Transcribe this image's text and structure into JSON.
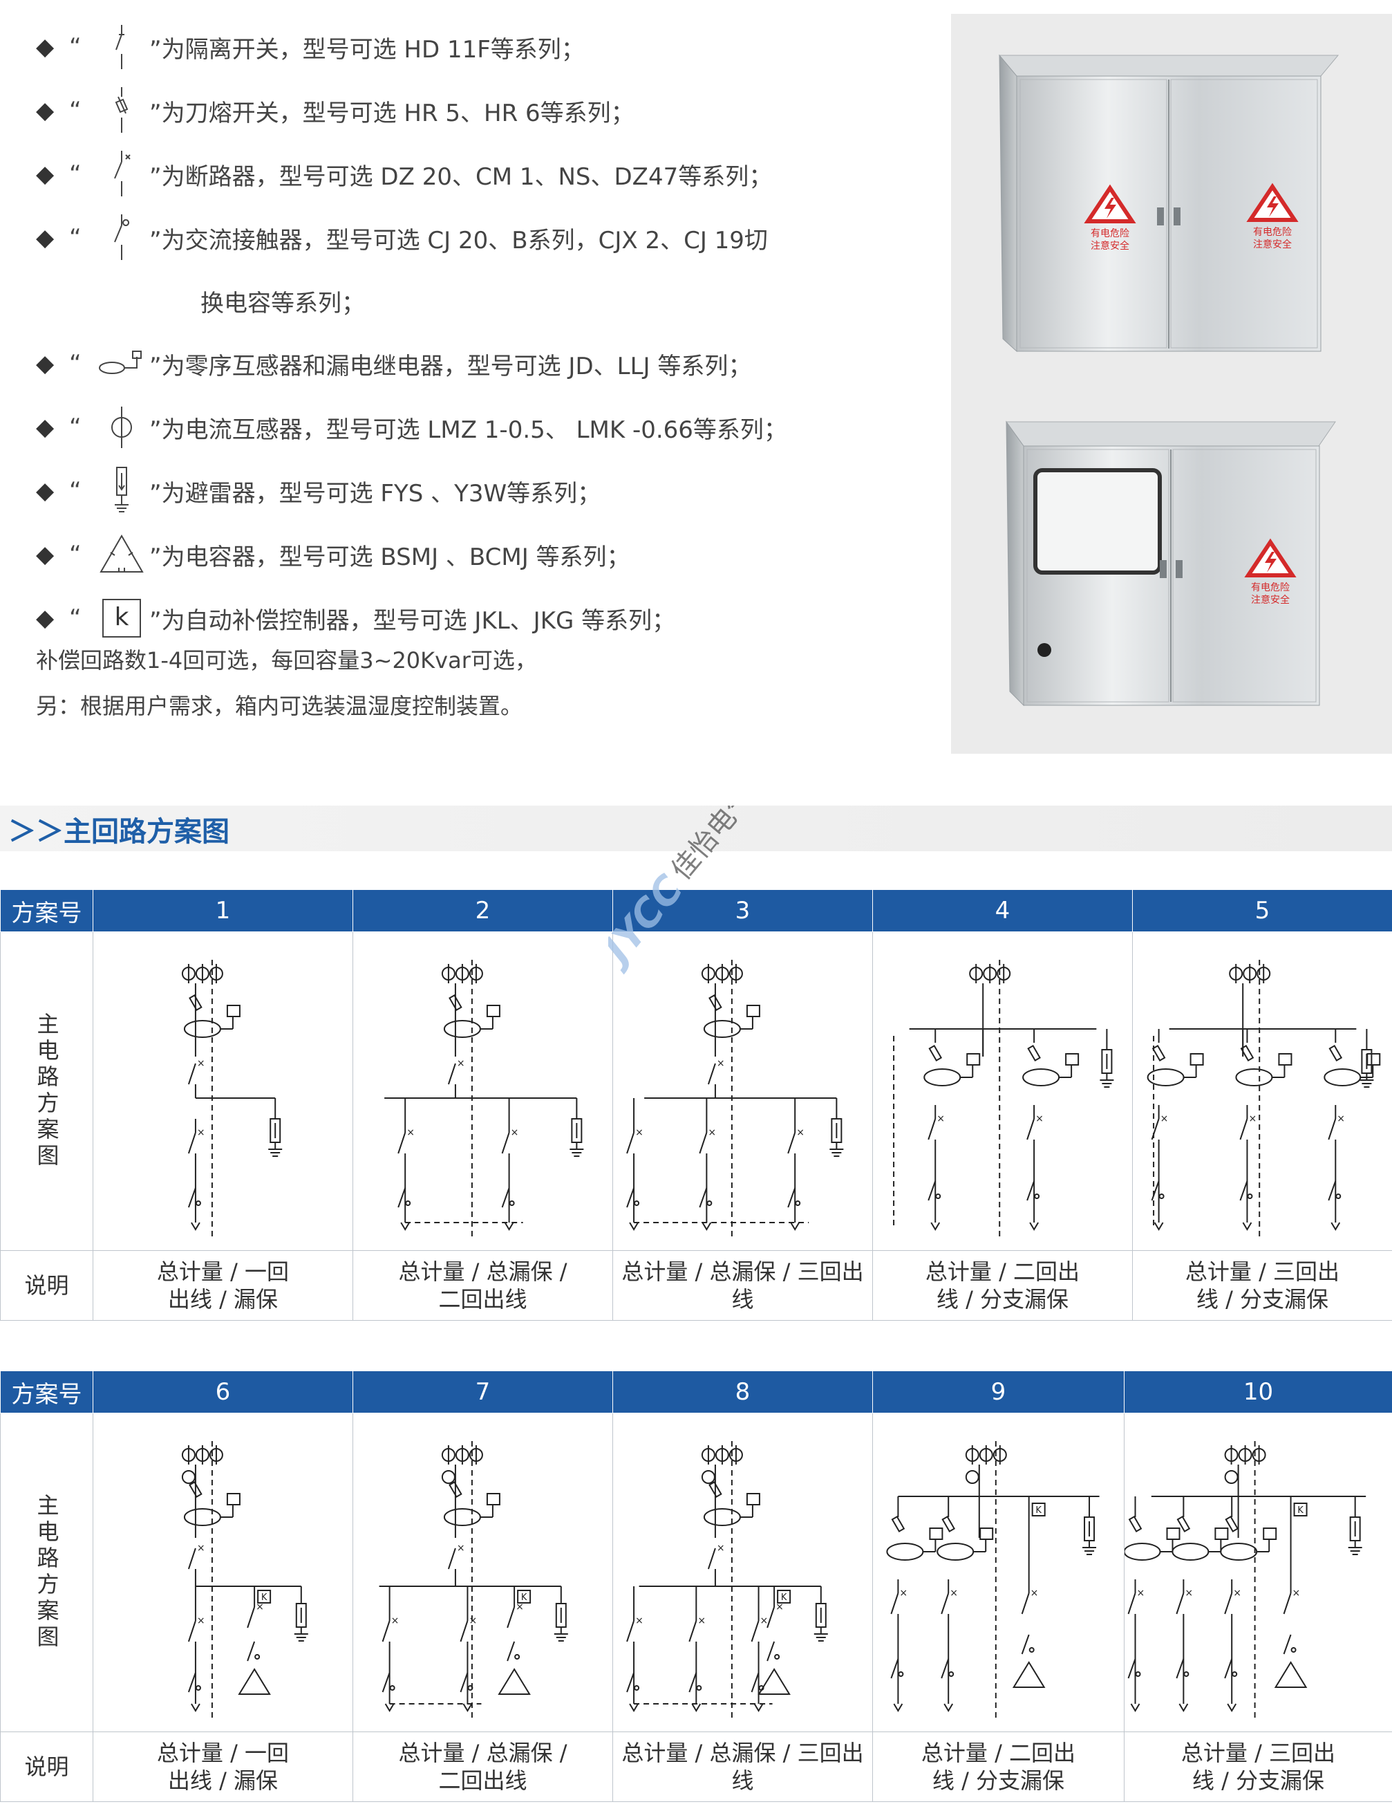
{
  "legend": [
    {
      "symbol": "isolating-switch-icon",
      "text": "”为隔离开关，型号可选 HD 11F等系列；"
    },
    {
      "symbol": "fuse-switch-icon",
      "text": "”为刀熔开关，型号可选 HR 5、HR 6等系列；"
    },
    {
      "symbol": "breaker-icon",
      "text": "”为断路器，型号可选 DZ 20、CM 1、NS、DZ47等系列；"
    },
    {
      "symbol": "contactor-icon",
      "text": "”为交流接触器，型号可选 CJ 20、B系列，CJX 2、CJ 19切"
    },
    {
      "symbol": "zero-sequence-ct-icon",
      "text": "”为零序互感器和漏电继电器，型号可选 JD、LLJ 等系列；"
    },
    {
      "symbol": "current-transformer-icon",
      "text": "”为电流互感器，型号可选 LMZ 1-0.5、 LMK -0.66等系列；"
    },
    {
      "symbol": "arrester-icon",
      "text": "”为避雷器，型号可选 FYS 、Y3W等系列；"
    },
    {
      "symbol": "capacitor-icon",
      "text": "”为电容器，型号可选 BSMJ 、BCMJ 等系列；"
    },
    {
      "symbol": "controller-k-icon",
      "text": "”为自动补偿控制器，型号可选 JKL、JKG 等系列；"
    }
  ],
  "quote_open": "“",
  "bullet": "◆",
  "continuation": "换电容等系列；",
  "k_label": "k",
  "notes": [
    "补偿回路数1-4回可选，每回容量3~20Kvar可选，",
    "另：根据用户需求，箱内可选装温湿度控制装置。"
  ],
  "warning_label": [
    "有电危险",
    "注意安全"
  ],
  "section_title": "＞＞主回路方案图",
  "watermark": {
    "brand": "JYCC",
    "name": "佳怡电气"
  },
  "table_labels": {
    "scheme_no": "方案号",
    "diagram": "主电路方案图",
    "desc": "说明"
  },
  "table1": {
    "numbers": [
      "1",
      "2",
      "3",
      "4",
      "5"
    ],
    "descs": [
      [
        "总计量 / 一回",
        "出线 / 漏保"
      ],
      [
        "总计量 / 总漏保 /",
        "二回出线"
      ],
      [
        "总计量 / 总漏保 / 三回出",
        "线"
      ],
      [
        "总计量 / 二回出",
        "线 / 分支漏保"
      ],
      [
        "总计量 / 三回出",
        "线 / 分支漏保"
      ]
    ]
  },
  "table2": {
    "numbers": [
      "6",
      "7",
      "8",
      "9",
      "10"
    ],
    "descs": [
      [
        "总计量 / 一回",
        "出线 / 漏保"
      ],
      [
        "总计量 / 总漏保 /",
        "二回出线"
      ],
      [
        "总计量 / 总漏保 / 三回出",
        "线"
      ],
      [
        "总计量 / 二回出",
        "线 / 分支漏保"
      ],
      [
        "总计量 / 三回出",
        "线 / 分支漏保"
      ]
    ],
    "k_box": "K"
  }
}
